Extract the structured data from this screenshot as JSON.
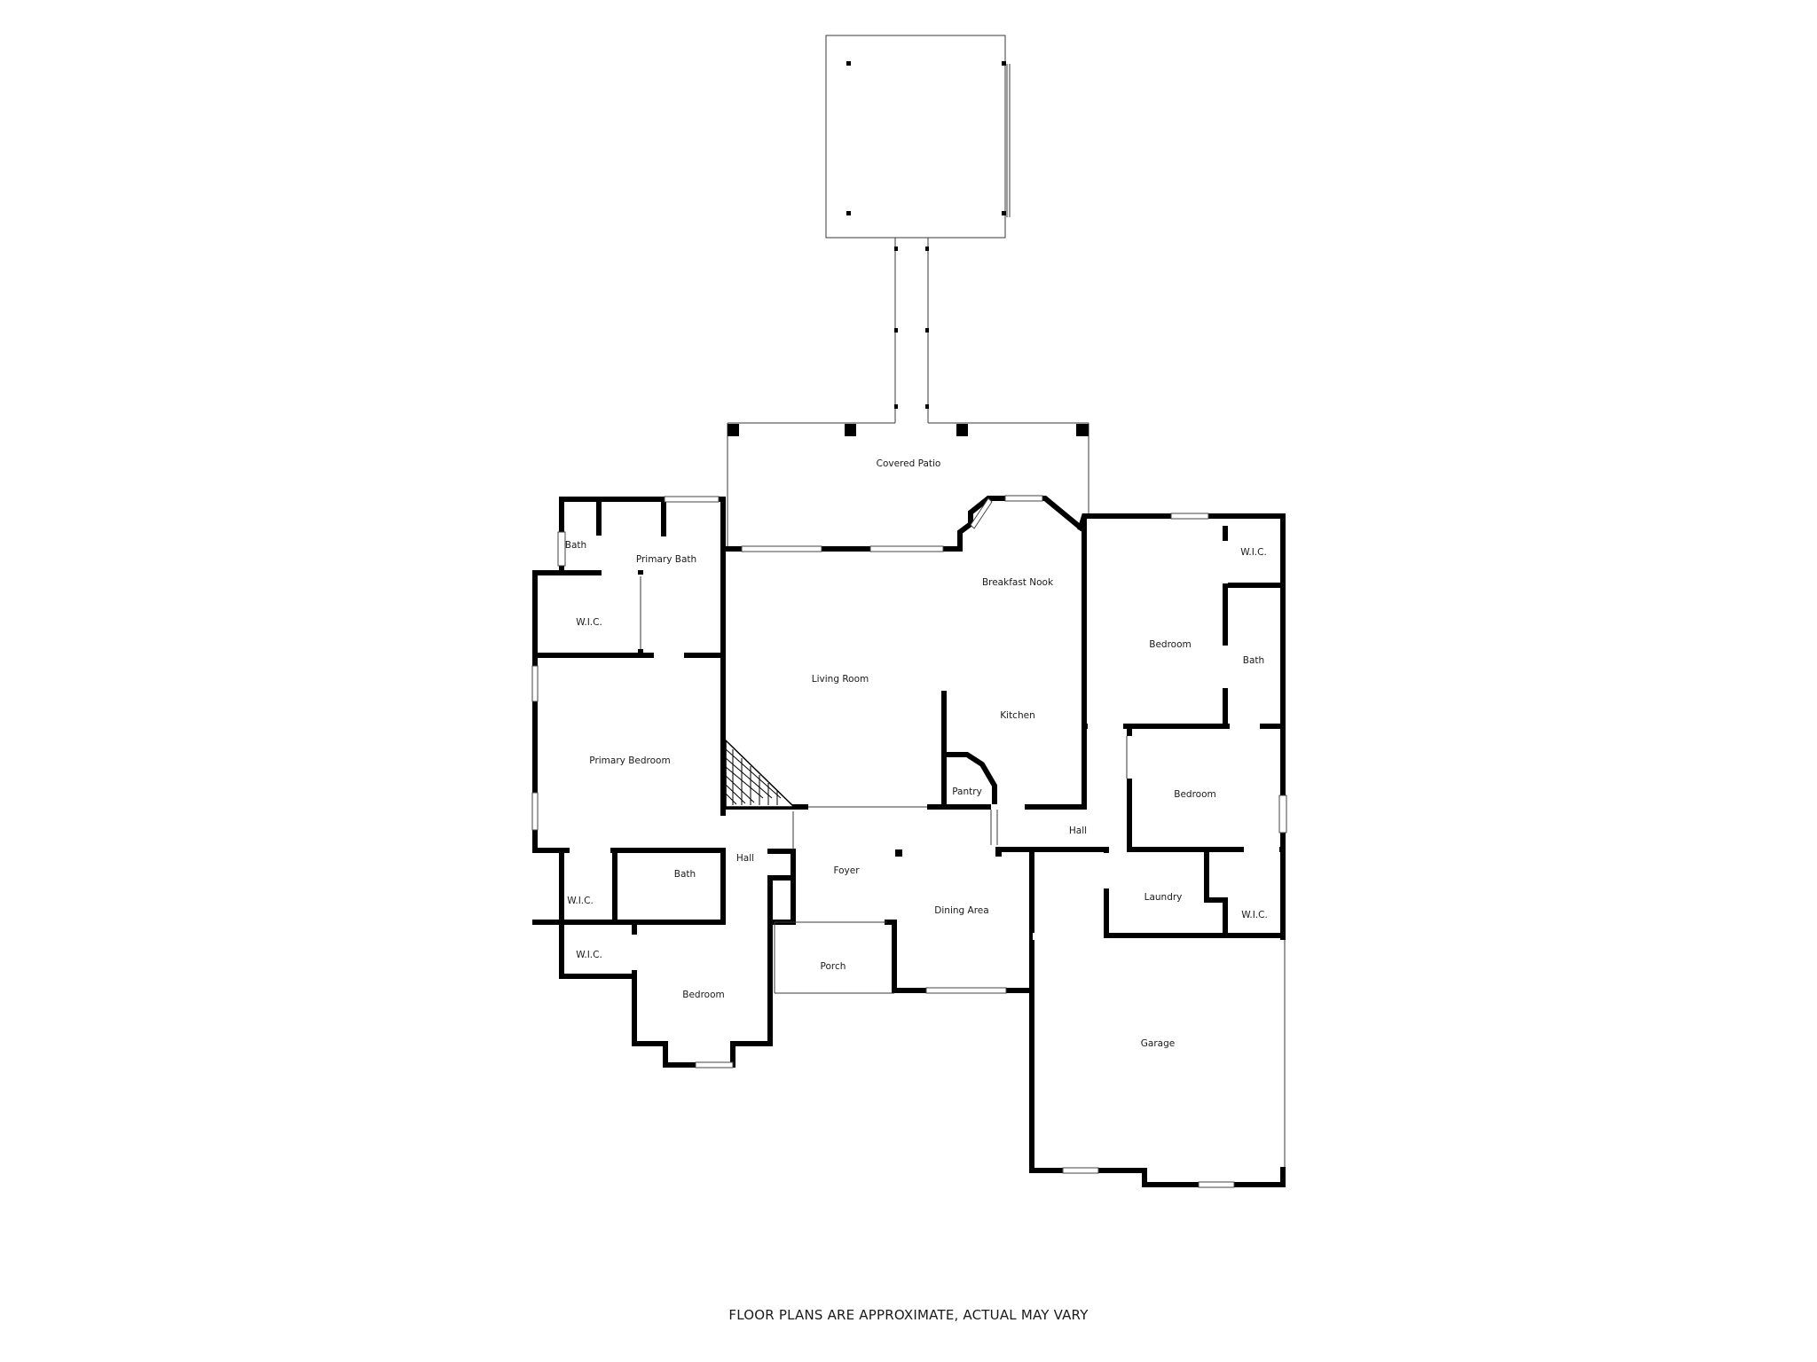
{
  "rooms": {
    "covered_patio": "Covered Patio",
    "breakfast_nook": "Breakfast Nook",
    "living_room": "Living Room",
    "kitchen": "Kitchen",
    "pantry": "Pantry",
    "foyer": "Foyer",
    "dining_area": "Dining Area",
    "porch": "Porch",
    "hall_left": "Hall",
    "hall_right": "Hall",
    "bath_small": "Bath",
    "primary_bath": "Primary Bath",
    "wic_primary": "W.I.C.",
    "primary_bedroom": "Primary Bedroom",
    "wic_left_1": "W.I.C.",
    "bath_left": "Bath",
    "wic_left_2": "W.I.C.",
    "bedroom_bottom": "Bedroom",
    "bedroom_right_top": "Bedroom",
    "wic_right_top": "W.I.C.",
    "bath_right": "Bath",
    "bedroom_right_mid": "Bedroom",
    "laundry": "Laundry",
    "wic_right_bottom": "W.I.C.",
    "garage": "Garage"
  },
  "footer": {
    "disclaimer": "FLOOR PLANS ARE APPROXIMATE, ACTUAL MAY VARY"
  }
}
